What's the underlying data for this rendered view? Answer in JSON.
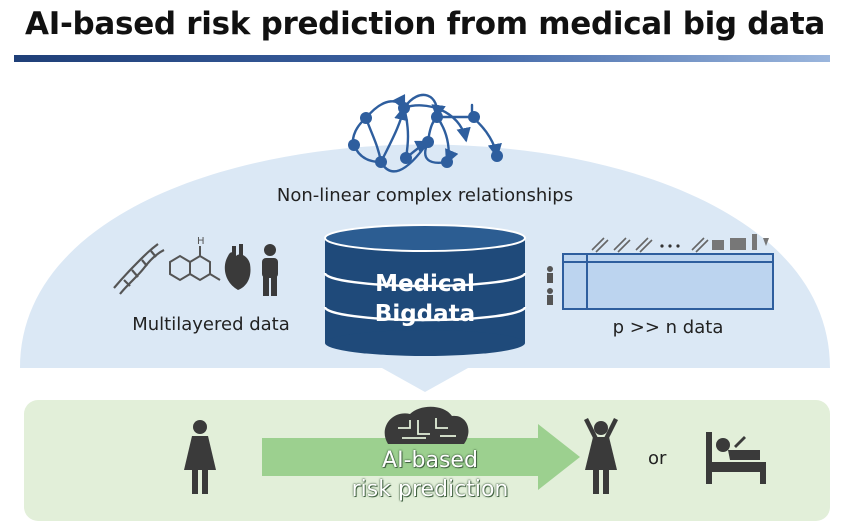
{
  "title": "AI-based risk prediction from medical big data",
  "labels": {
    "nonlinear": "Non-linear complex relationships",
    "multilayered": "Multilayered data",
    "pn": "p >> n data",
    "or": "or"
  },
  "database": {
    "line1": "Medical",
    "line2": "Bigdata"
  },
  "prediction": {
    "line1": "AI-based",
    "line2": "risk prediction"
  },
  "colors": {
    "title_rule": "#2d4f8e",
    "dome": "#dbe8f5",
    "database": "#1f4a7a",
    "prediction_panel": "#e2efd9",
    "arrow": "#9cd08f",
    "icon": "#3a3a3a",
    "network_node": "#2e5e9e"
  },
  "icons": [
    "dna-icon",
    "molecule-icon",
    "heart-icon",
    "person-icon",
    "woman-icon",
    "celebrating-woman-icon",
    "patient-in-bed-icon",
    "brain-icon",
    "database-icon",
    "network-icon",
    "matrix-table-icon"
  ]
}
